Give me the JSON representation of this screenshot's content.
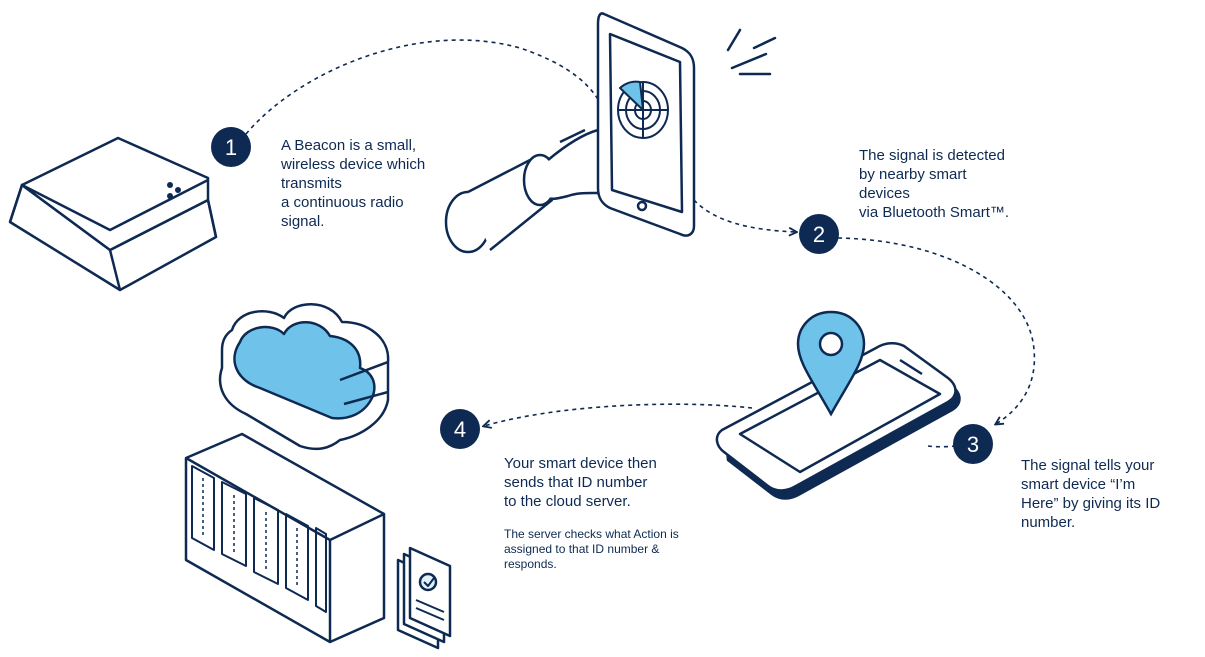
{
  "steps": [
    {
      "number": "1",
      "lines": [
        "A Beacon is a small,",
        "wireless device which",
        "transmits",
        "a continuous radio",
        "signal."
      ]
    },
    {
      "number": "2",
      "lines": [
        "The signal is detected",
        "by nearby smart",
        "devices",
        "via Bluetooth Smart™."
      ]
    },
    {
      "number": "3",
      "lines": [
        "The signal tells your",
        "smart device “I’m",
        "Here” by giving its ID",
        "number."
      ]
    },
    {
      "number": "4",
      "lines": [
        "Your smart device then",
        "sends that ID number",
        "to the cloud server."
      ],
      "note_lines": [
        "The server checks what Action is",
        "assigned to that ID number &",
        "responds."
      ]
    }
  ],
  "colors": {
    "navy": "#0e2a52",
    "accent": "#6fc3ea",
    "light": "#dff1fb",
    "white": "#ffffff"
  }
}
